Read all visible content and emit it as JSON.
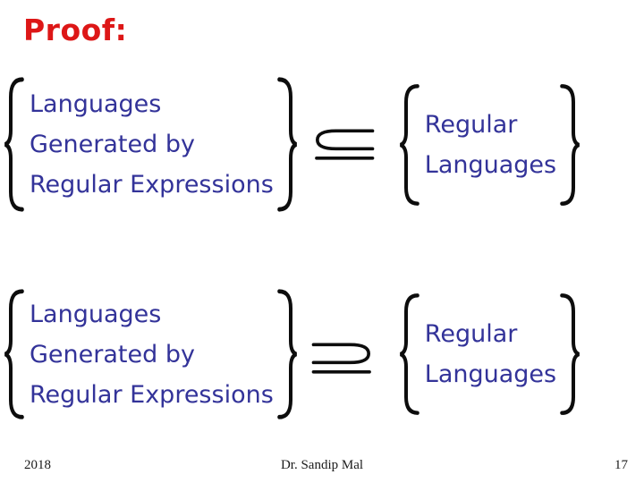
{
  "slide": {
    "title": "Proof:",
    "rows": [
      {
        "left_set_lines": [
          "Languages",
          "Generated by",
          "Regular Expressions"
        ],
        "relation": {
          "symbol": "⊆",
          "name": "subset-or-equal"
        },
        "right_set_lines": [
          "Regular",
          "Languages"
        ]
      },
      {
        "left_set_lines": [
          "Languages",
          "Generated by",
          "Regular Expressions"
        ],
        "relation": {
          "symbol": "⊇",
          "name": "superset-or-equal"
        },
        "right_set_lines": [
          "Regular",
          "Languages"
        ]
      }
    ],
    "glyphs": {
      "brace_open": "{",
      "brace_close": "}"
    },
    "footer": {
      "year": "2018",
      "author": "Dr. Sandip Mal",
      "page_number": "17"
    },
    "colors": {
      "title_red": "#dd1717",
      "body_blue": "#333399",
      "ink_black": "#0d0d0d",
      "background": "#ffffff"
    }
  }
}
